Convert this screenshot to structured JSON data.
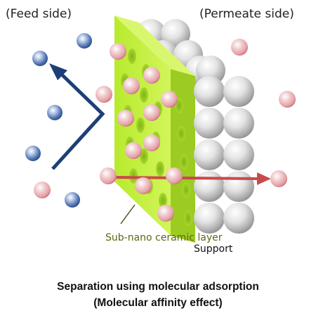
{
  "labels": {
    "feed_side": "(Feed side)",
    "permeate_side": "(Permeate side)",
    "layer": "Sub-nano ceramic layer",
    "support": "Support"
  },
  "caption": {
    "line1": "Separation using molecular adsorption",
    "line2": "(Molecular affinity effect)"
  },
  "colors": {
    "layer_green": "#c4f03a",
    "blue_molecule": "#3c64a8",
    "pink_molecule": "#e2a6aa",
    "arrow_blue": "#1d3f78",
    "arrow_red": "#c94a4a",
    "support_gray": "#c8c8c8"
  }
}
